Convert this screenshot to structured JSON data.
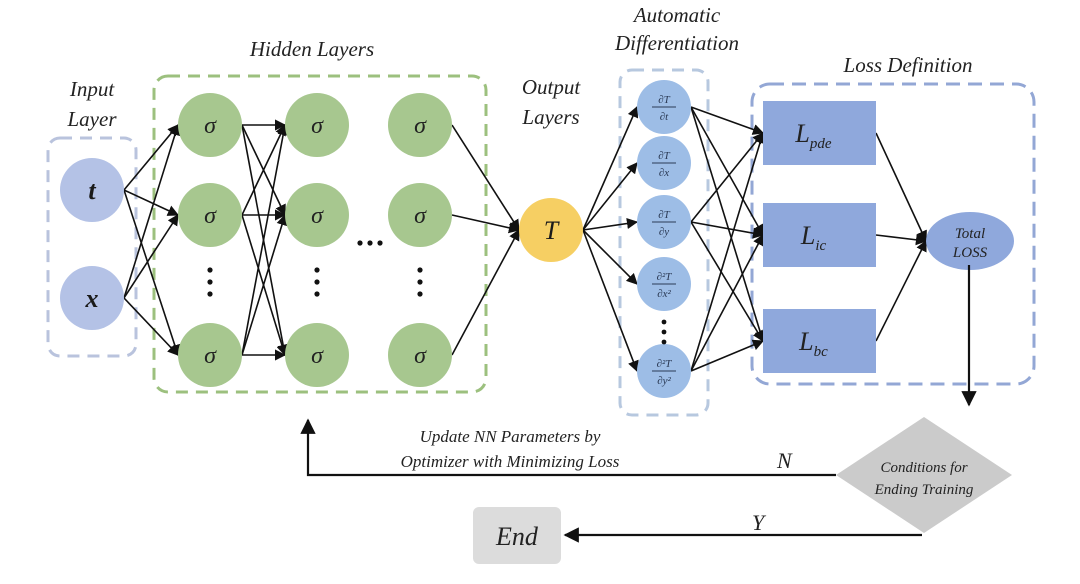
{
  "sections": {
    "input": "Input\nLayer",
    "hidden": "Hidden Layers",
    "output": "Output\nLayers",
    "autodiff": "Automatic\nDifferentiation",
    "loss": "Loss Definition"
  },
  "input_nodes": [
    "t",
    "x"
  ],
  "hidden_symbol": "σ",
  "hidden_ellipsis_h": "···",
  "output_node": "T",
  "derivatives": [
    {
      "num": "∂T",
      "den": "∂t"
    },
    {
      "num": "∂T",
      "den": "∂x"
    },
    {
      "num": "∂T",
      "den": "∂y"
    },
    {
      "num": "∂²T",
      "den": "∂x²"
    },
    {
      "num": "∂²T",
      "den": "∂y²"
    }
  ],
  "losses": [
    {
      "main": "L",
      "sub": "pde"
    },
    {
      "main": "L",
      "sub": "ic"
    },
    {
      "main": "L",
      "sub": "bc"
    }
  ],
  "total_loss": "Total\nLOSS",
  "decision": "Conditions for\nEnding Training",
  "feedback": "Update NN Parameters by\nOptimizer with Minimizing Loss",
  "branch_no": "N",
  "branch_yes": "Y",
  "end_label": "End",
  "colors": {
    "input_fill": "#b4c2e6",
    "input_border": "#b9c3dd",
    "hidden_fill": "#a7c78f",
    "hidden_border": "#9cc07e",
    "output_fill": "#f6cf63",
    "deriv_fill": "#9dbde6",
    "deriv_border": "#b7c8df",
    "loss_fill": "#8fa8dc",
    "loss_border": "#93a7d5",
    "total_fill": "#8fa8dc",
    "decision_fill": "#cbcbcb",
    "end_fill": "#dcdcdc"
  }
}
